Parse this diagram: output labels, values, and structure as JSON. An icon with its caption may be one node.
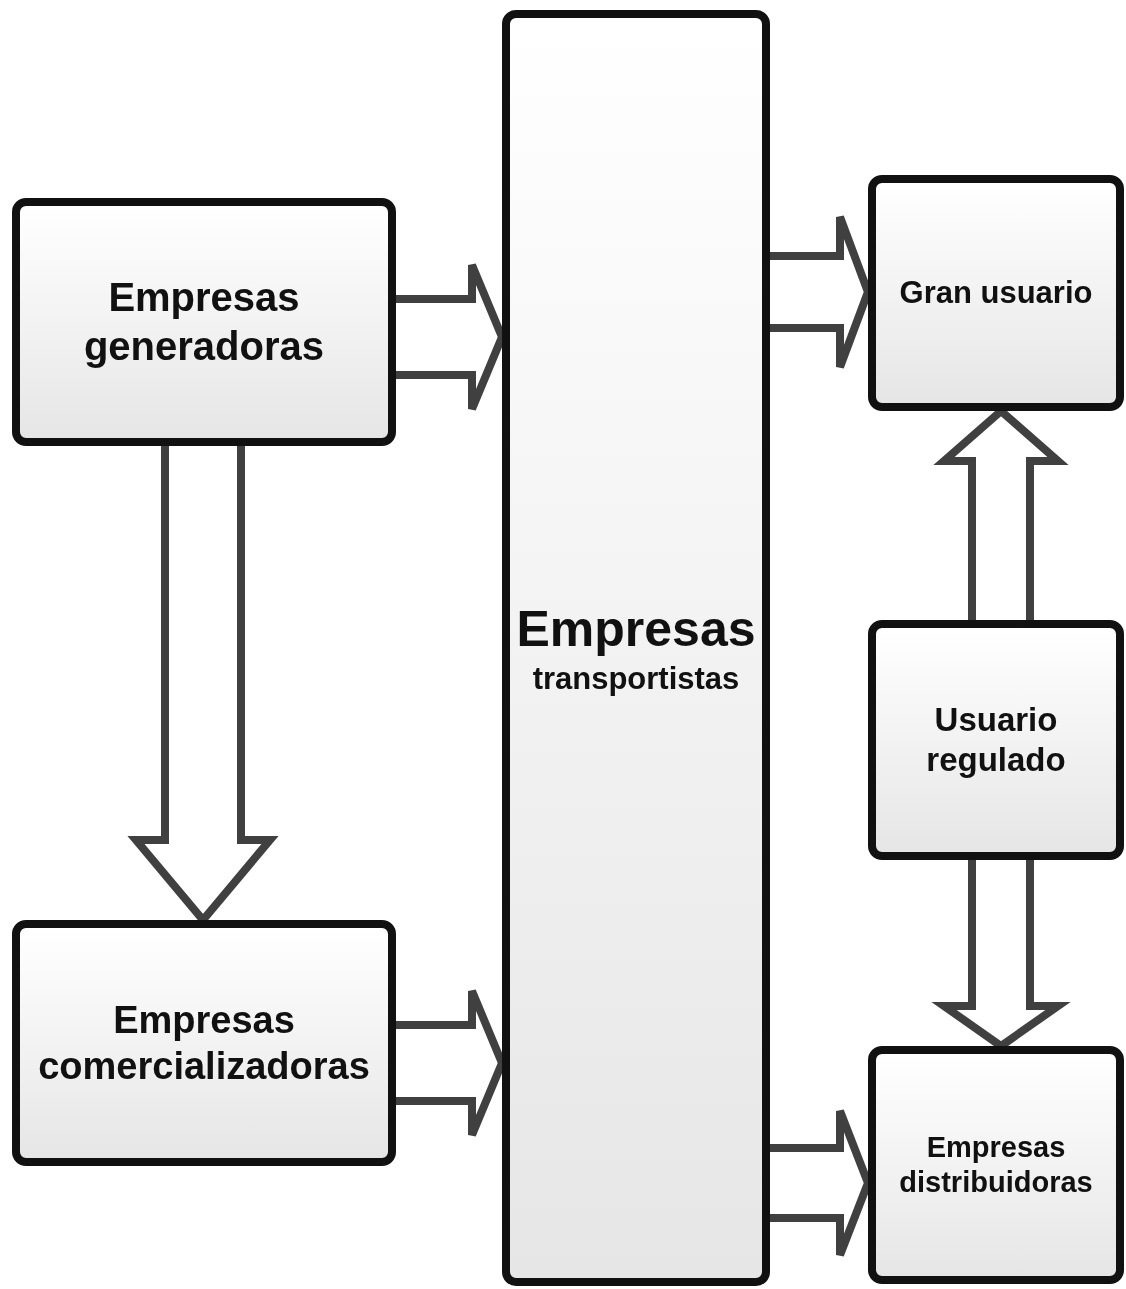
{
  "diagram": {
    "nodes": [
      {
        "text": [
          "Empresas generadoras"
        ]
      },
      {
        "text": [
          "Empresas comercializadoras"
        ]
      },
      {
        "text": [
          "Empresas",
          "transportistas"
        ]
      },
      {
        "text": [
          "Gran usuario"
        ]
      },
      {
        "text": [
          "Usuario regulado"
        ]
      },
      {
        "text": [
          "Empresas distribuidoras"
        ]
      }
    ],
    "edges": [
      {
        "from": 0,
        "to": 2,
        "arrow": "to"
      },
      {
        "from": 0,
        "to": 1,
        "arrow": "to"
      },
      {
        "from": 1,
        "to": 2,
        "arrow": "to"
      },
      {
        "from": 2,
        "to": 3,
        "arrow": "to"
      },
      {
        "from": 4,
        "to": 3,
        "arrow": "to"
      },
      {
        "from": 4,
        "to": 5,
        "arrow": "to"
      },
      {
        "from": 2,
        "to": 5,
        "arrow": "to"
      }
    ]
  }
}
